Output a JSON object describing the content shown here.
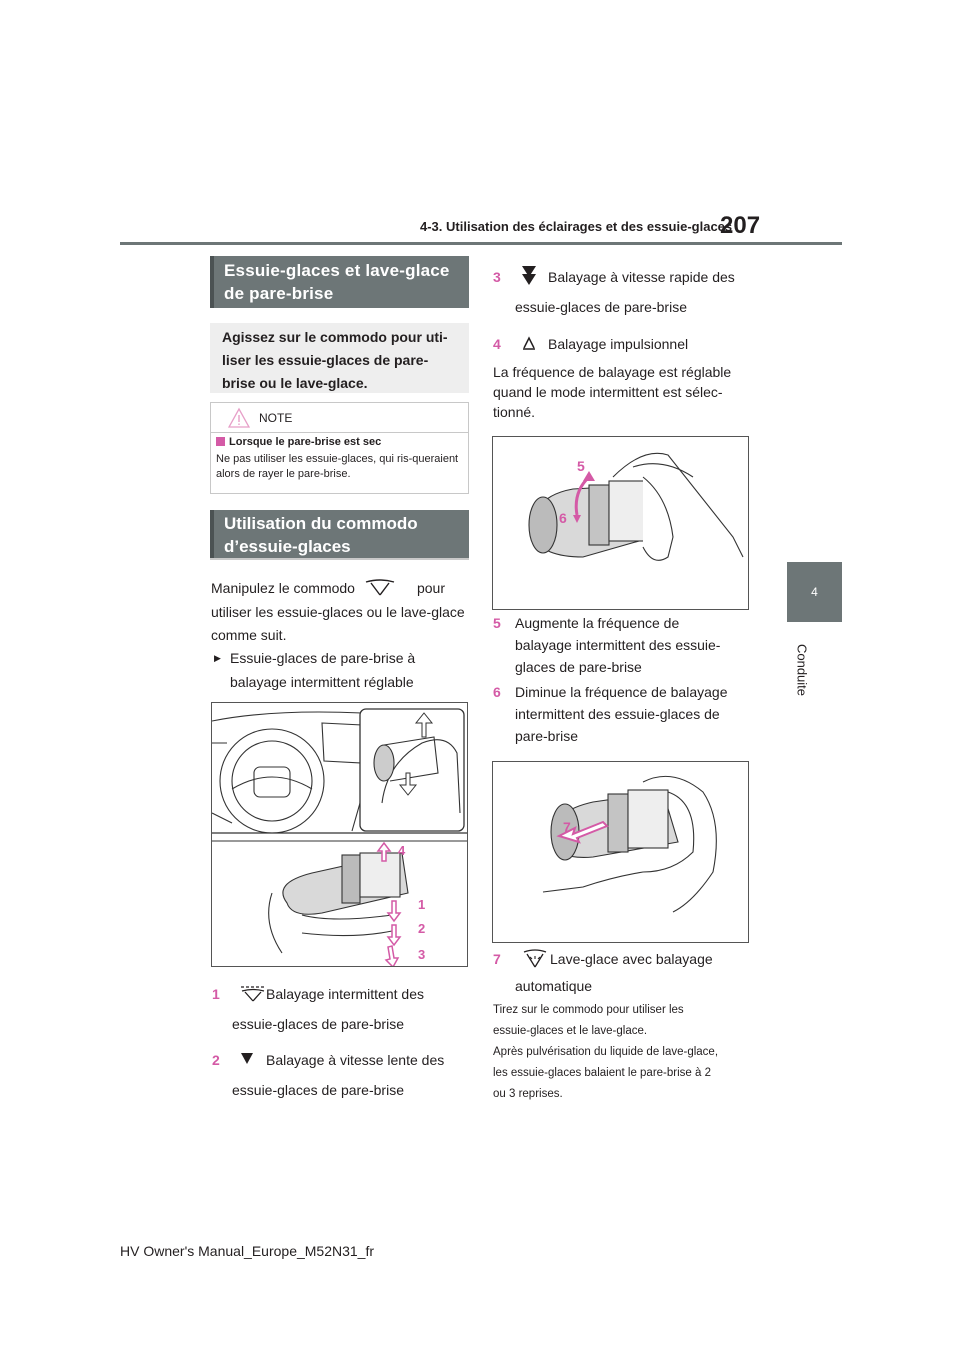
{
  "header": {
    "page_number": "207",
    "section_title": "4-3. Utilisation des éclairages et des essuie-glaces"
  },
  "side_tab": {
    "chapter_number": "4",
    "chapter_label": "Conduite"
  },
  "left": {
    "heading1": "Essuie-glaces et lave-glace de pare-brise",
    "intro": "Agissez sur le commodo pour uti-liser les essuie-glaces de pare-brise ou le lave-glace.",
    "note": {
      "label": "NOTE",
      "subheading": "Lorsque le pare-brise est sec",
      "text": "Ne pas utiliser les essuie-glaces, qui ris-queraient alors de rayer le pare-brise."
    },
    "heading2": "Utilisation du commodo d’essuie-glaces",
    "manip_before": "Manipulez le commodo",
    "manip_after": "pour",
    "manip_rest": "utiliser les essuie-glaces ou le lave-glace comme suit.",
    "bullet": "Essuie-glaces de pare-brise à balayage intermittent réglable",
    "figure1_labels": [
      "4",
      "1",
      "2",
      "3"
    ],
    "items": [
      {
        "num": "1",
        "line1": "Balayage intermittent des",
        "line2": "essuie-glaces de pare-brise",
        "icon": "wiper-int-icon"
      },
      {
        "num": "2",
        "line1": "Balayage à vitesse lente des",
        "line2": "essuie-glaces de pare-brise",
        "icon": "wiper-low-icon"
      }
    ]
  },
  "right": {
    "items_top": [
      {
        "num": "3",
        "line1": "Balayage à vitesse rapide des",
        "line2": "essuie-glaces de pare-brise",
        "icon": "wiper-high-icon"
      },
      {
        "num": "4",
        "line1": "Balayage impulsionnel",
        "line2": "",
        "icon": "wiper-mist-icon"
      }
    ],
    "freq_text": "La fréquence de balayage est réglable quand le mode intermittent est sélec-tionné.",
    "figure2_labels": [
      "5",
      "6"
    ],
    "items_mid": [
      {
        "num": "5",
        "line1": "Augmente la fréquence de",
        "line2": "balayage intermittent des essuie-",
        "line3": "glaces de pare-brise"
      },
      {
        "num": "6",
        "line1": "Diminue la fréquence de balayage",
        "line2": "intermittent des essuie-glaces de",
        "line3": "pare-brise"
      }
    ],
    "figure3_labels": [
      "7"
    ],
    "item7": {
      "num": "7",
      "line1": "Lave-glace avec balayage",
      "line2": "automatique",
      "icon": "washer-icon"
    },
    "note_lines": [
      "Tirez sur le commodo pour utiliser les",
      "essuie-glaces et le lave-glace.",
      "Après pulvérisation du liquide de lave-glace,",
      "les essuie-glaces balaient le pare-brise à 2",
      "ou 3 reprises."
    ]
  },
  "footer": "HV Owner's Manual_Europe_M52N31_fr",
  "colors": {
    "accent": "#d45aa6",
    "heading_bg": "#6d7677",
    "intro_bg": "#eeeeee"
  }
}
